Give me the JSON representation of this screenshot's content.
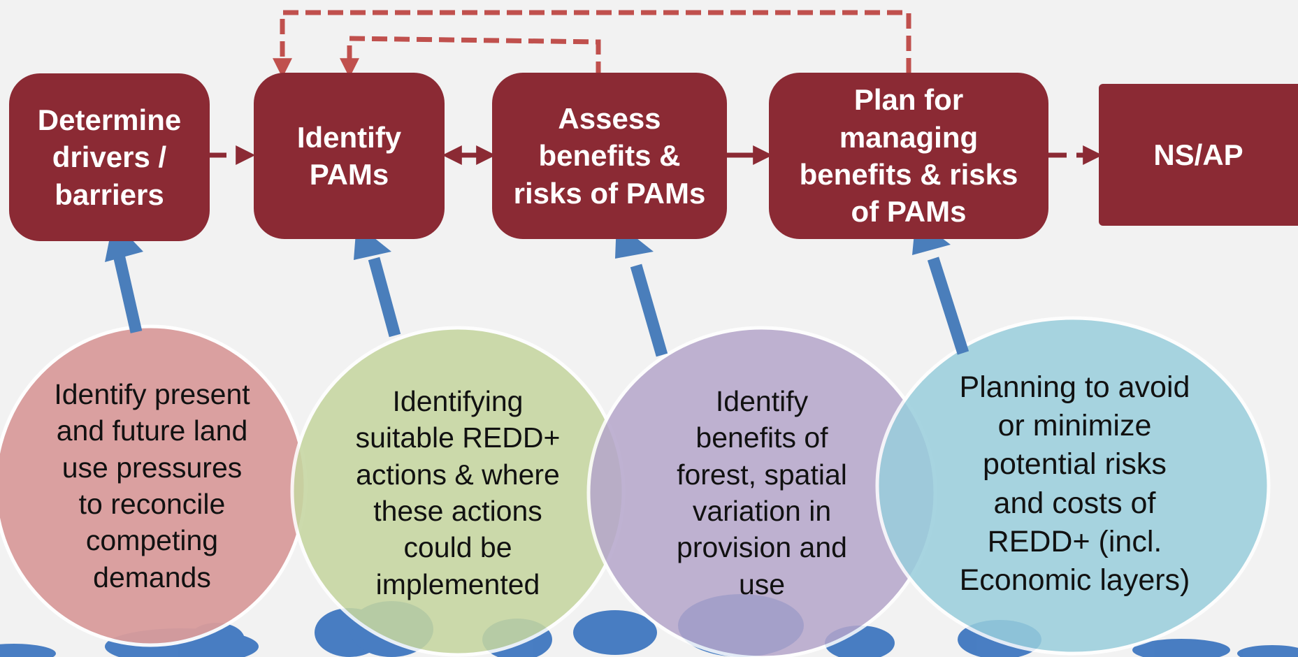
{
  "colors": {
    "background": "#f2f2f2",
    "process_box": "#8b2a34",
    "process_text": "#ffffff",
    "connector": "#c0504d",
    "input_arrow": "#4a7ebb",
    "circle_red": "#d99c9c",
    "circle_green": "#c6d6a1",
    "circle_purple": "#b5a6cb",
    "circle_blue": "#99cedc",
    "tree_silhouette": "#3f77c0"
  },
  "process_steps": [
    {
      "id": "determine-drivers",
      "label": "Determine\ndrivers /\nbarriers"
    },
    {
      "id": "identify-pams",
      "label": "Identify\nPAMs"
    },
    {
      "id": "assess-benefits-risks",
      "label": "Assess\nbenefits &\nrisks of PAMs"
    },
    {
      "id": "plan-managing",
      "label": "Plan for\nmanaging\nbenefits & risks\nof PAMs"
    },
    {
      "id": "ns-ap",
      "label": "NS/AP"
    }
  ],
  "inputs": [
    {
      "id": "land-use-pressures",
      "text": "Identify present\nand future land\nuse pressures\nto reconcile\ncompeting\ndemands",
      "color": "#d99c9c",
      "feeds": "determine-drivers"
    },
    {
      "id": "suitable-actions",
      "text": "Identifying\nsuitable REDD+\nactions & where\nthese actions\ncould be\nimplemented",
      "color": "#c6d6a1",
      "feeds": "identify-pams"
    },
    {
      "id": "forest-benefits",
      "text": "Identify\nbenefits of\nforest, spatial\nvariation in\nprovision and\nuse",
      "color": "#b5a6cb",
      "feeds": "assess-benefits-risks"
    },
    {
      "id": "avoid-risks",
      "text": "Planning to avoid\nor minimize\npotential risks\nand costs of\nREDD+ (incl.\nEconomic layers)",
      "color": "#99cedc",
      "feeds": "plan-managing"
    }
  ]
}
